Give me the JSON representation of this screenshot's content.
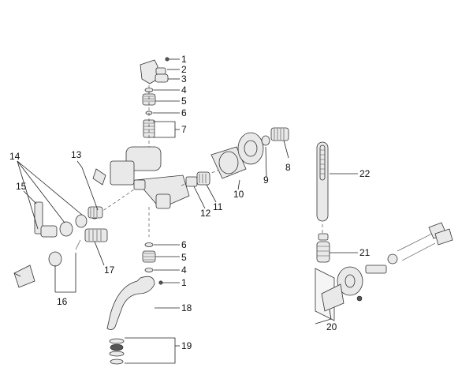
{
  "labels": {
    "l1a": "1",
    "l2": "2",
    "l3": "3",
    "l4a": "4",
    "l5a": "5",
    "l6a": "6",
    "l7": "7",
    "l8": "8",
    "l9": "9",
    "l10": "10",
    "l11": "11",
    "l12": "12",
    "l13": "13",
    "l14": "14",
    "l15": "15",
    "l16": "16",
    "l17": "17",
    "l6b": "6",
    "l5b": "5",
    "l4b": "4",
    "l1b": "1",
    "l18": "18",
    "l19": "19",
    "l20": "20",
    "l21": "21",
    "l22": "22"
  }
}
